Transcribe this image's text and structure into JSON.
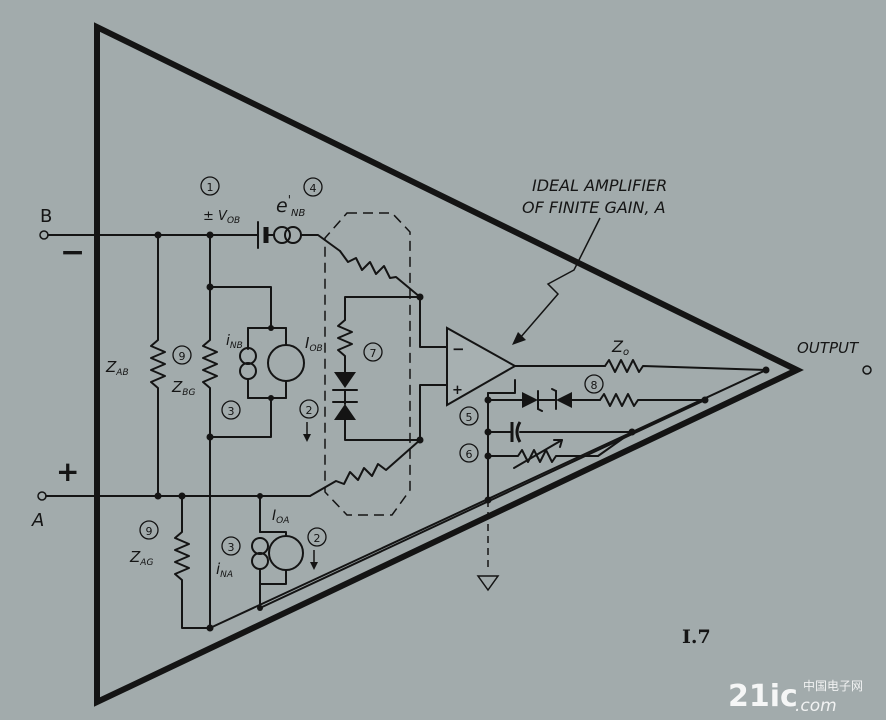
{
  "terminals": {
    "b": "B",
    "a": "A",
    "minus": "−",
    "plus": "+",
    "output": "OUTPUT"
  },
  "callout": {
    "line1": "IDEAL AMPLIFIER",
    "line2": "OF FINITE GAIN, A"
  },
  "opamp": {
    "inv": "−",
    "noninv": "+"
  },
  "labels": {
    "vos_pm": "±",
    "vos": "V",
    "vos_sub": "OB",
    "enb": "e",
    "enb_sup": "'",
    "enb_sub": "NB",
    "inb": "i",
    "inb_sub": "NB",
    "iob": "I",
    "iob_sub": "OB",
    "ioa": "I",
    "ioa_sub": "OA",
    "ina": "i",
    "ina_sub": "NA",
    "zab": "Z",
    "zab_sub": "AB",
    "zbg": "Z",
    "zbg_sub": "BG",
    "zag": "Z",
    "zag_sub": "AG",
    "zo": "Z",
    "zo_sub": "o"
  },
  "badges": {
    "n1": "1",
    "n2a": "2",
    "n2b": "2",
    "n3a": "3",
    "n3b": "3",
    "n4": "4",
    "n5": "5",
    "n6": "6",
    "n7": "7",
    "n8": "8",
    "n9a": "9",
    "n9b": "9"
  },
  "figure_number": "I.7",
  "watermark": {
    "brand": "21ic",
    "domain": ".com",
    "cn": "中国电子网"
  },
  "colors": {
    "background": "#a2abac",
    "ink": "#141414",
    "watermark": "#ffffff"
  }
}
